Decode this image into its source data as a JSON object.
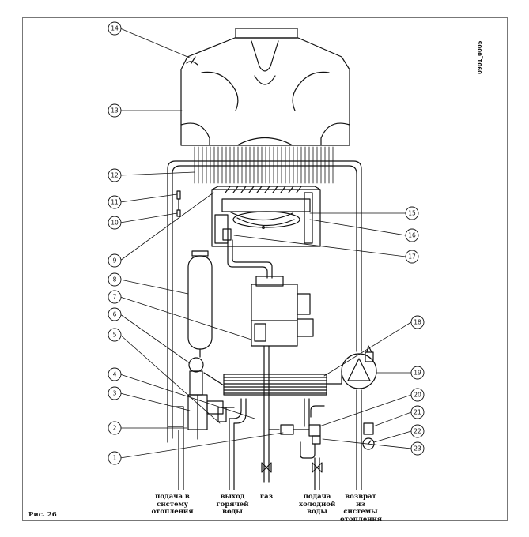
{
  "figure": {
    "caption": "Рис. 26",
    "code": "0901_0005"
  },
  "callouts": [
    "1",
    "2",
    "3",
    "4",
    "5",
    "6",
    "7",
    "8",
    "9",
    "10",
    "11",
    "12",
    "13",
    "14",
    "15",
    "16",
    "17",
    "18",
    "19",
    "20",
    "21",
    "22",
    "23"
  ],
  "connections": [
    {
      "label": "подача в системy отопления"
    },
    {
      "label": "выход горячей воды"
    },
    {
      "label": "газ"
    },
    {
      "label": "подача холодной воды"
    },
    {
      "label": "возврат из системы отопления"
    }
  ],
  "colors": {
    "line": "#111111",
    "frame": "#777777"
  }
}
